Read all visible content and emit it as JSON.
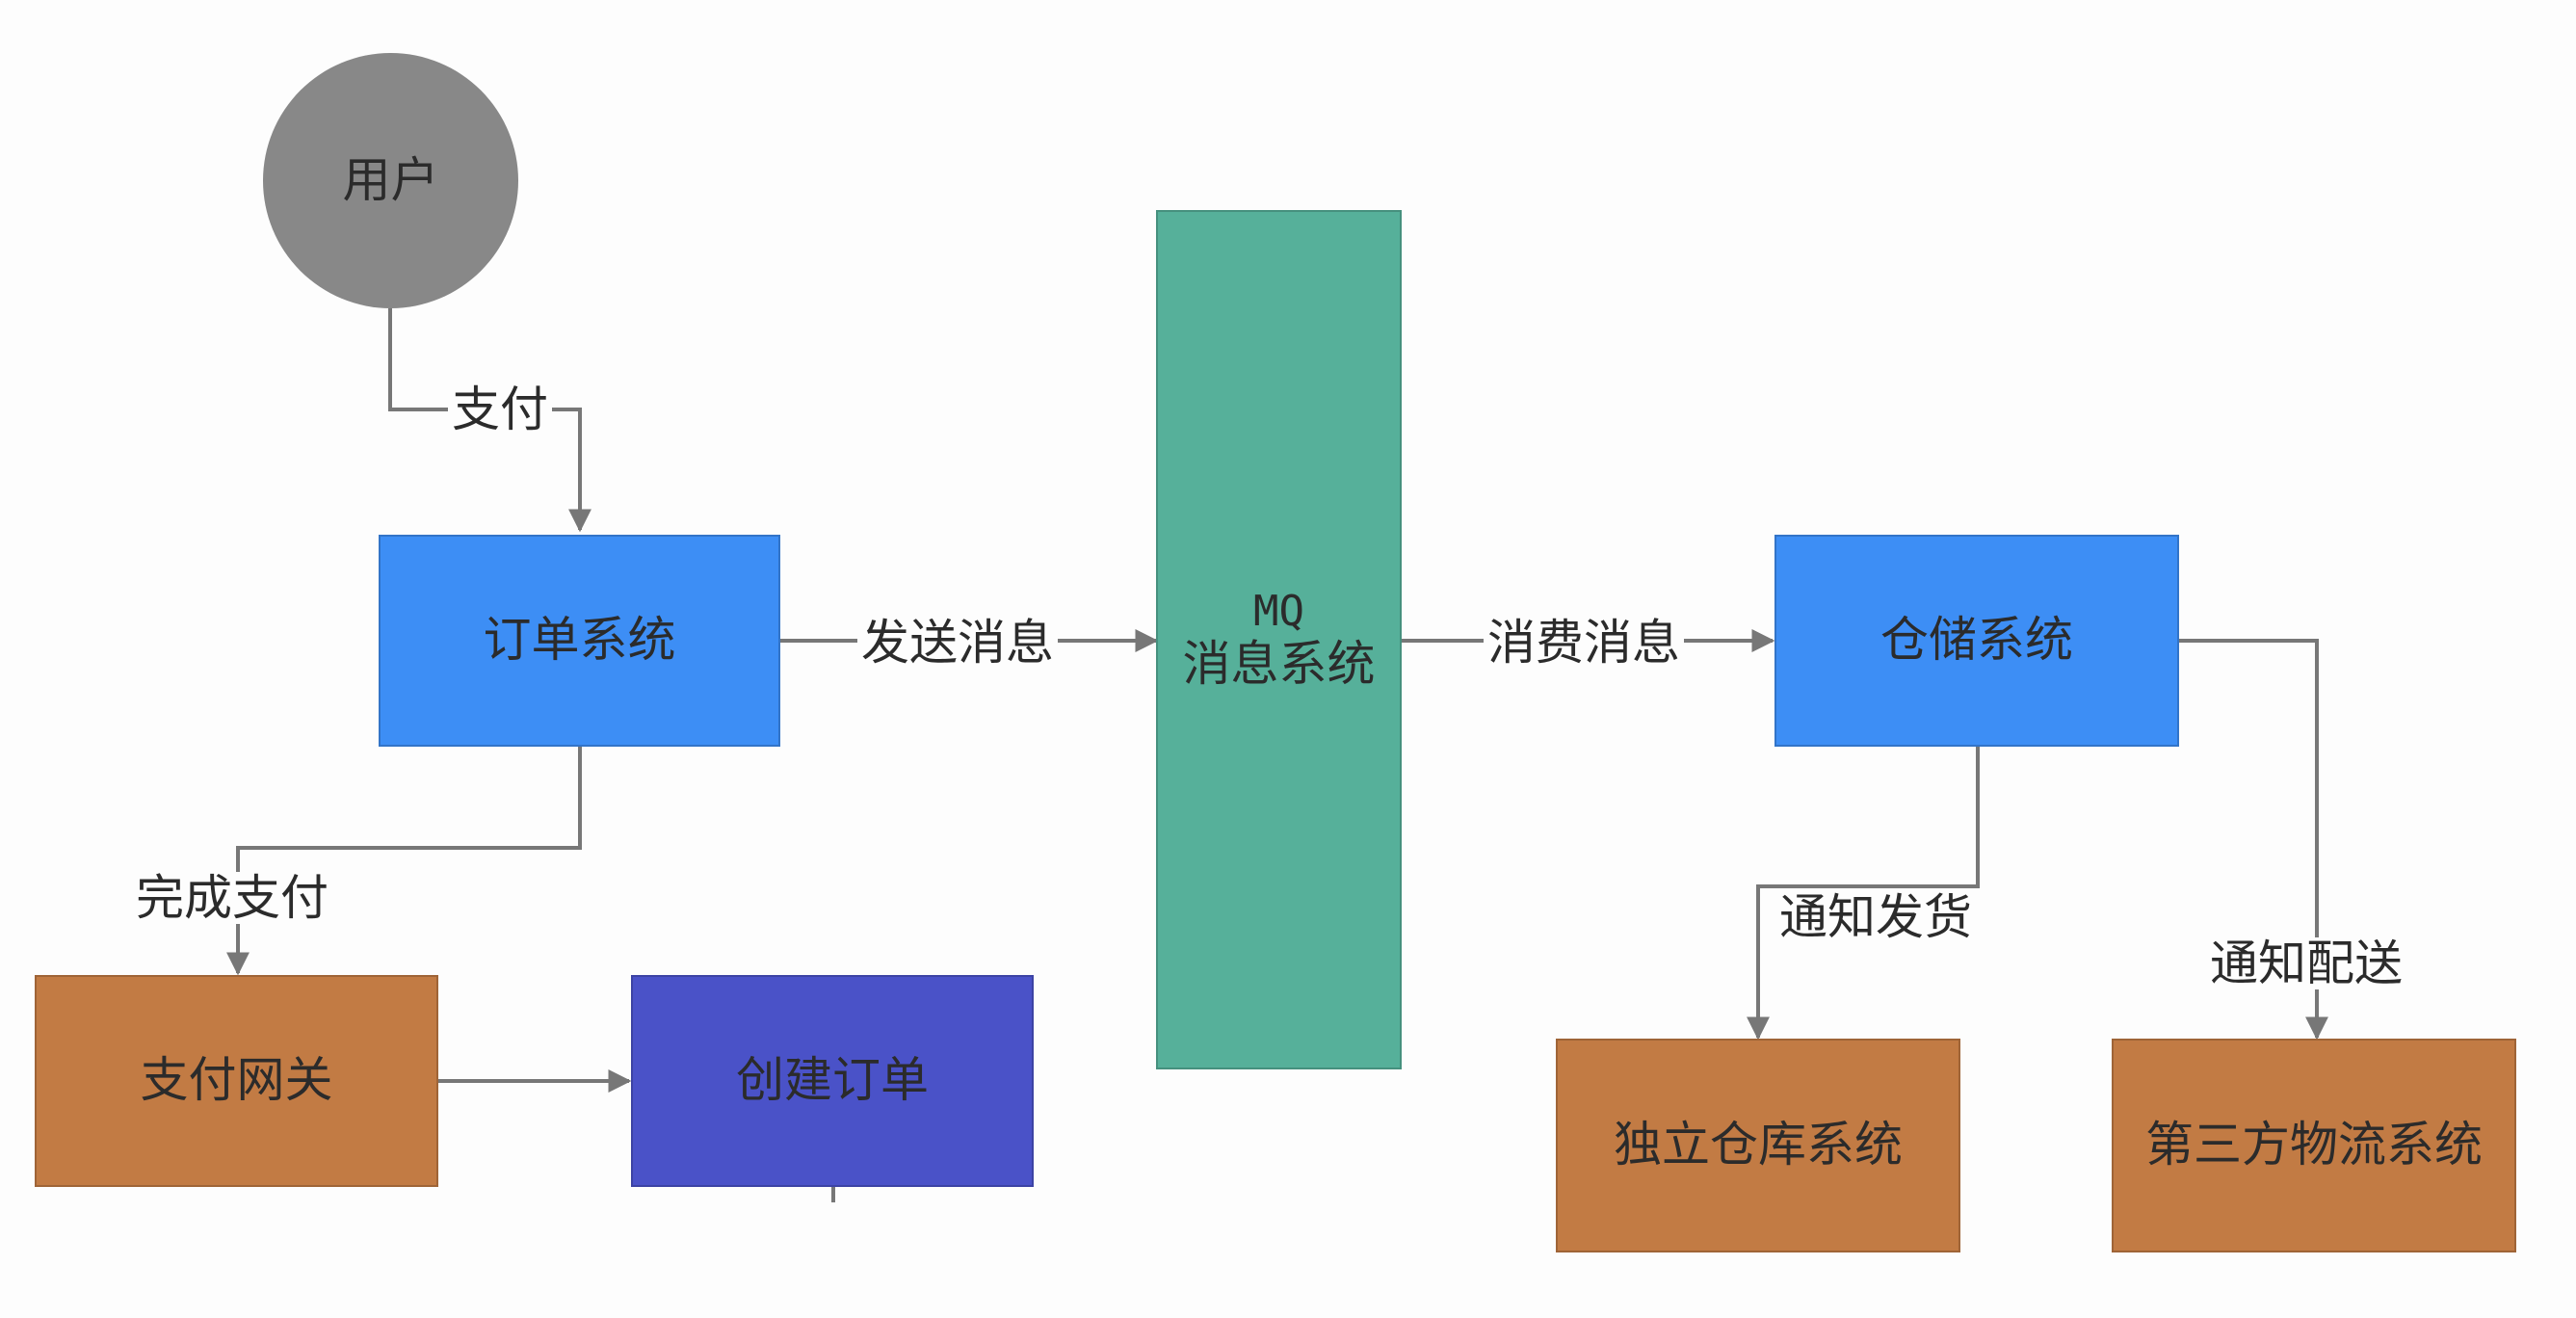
{
  "diagram": {
    "nodes": {
      "user": {
        "label": "用户",
        "color": "#888888"
      },
      "order_system": {
        "label": "订单系统",
        "color": "#3d8ef5"
      },
      "mq_system": {
        "label_line1": "MQ",
        "label_line2": "消息系统",
        "color": "#56b09a"
      },
      "warehouse_system": {
        "label": "仓储系统",
        "color": "#3d8ef5"
      },
      "payment_gateway": {
        "label": "支付网关",
        "color": "#c27b44"
      },
      "create_order": {
        "label": "创建订单",
        "color": "#4a52c8"
      },
      "independent_warehouse": {
        "label": "独立仓库系统",
        "color": "#c27b44"
      },
      "third_party_logistics": {
        "label": "第三方物流系统",
        "color": "#c27b44"
      }
    },
    "edges": {
      "pay": {
        "label": "支付"
      },
      "send_message": {
        "label": "发送消息"
      },
      "consume_message": {
        "label": "消费消息"
      },
      "complete_payment": {
        "label": "完成支付"
      },
      "gateway_to_create": {
        "label": ""
      },
      "notify_shipping": {
        "label": "通知发货"
      },
      "notify_delivery": {
        "label": "通知配送"
      }
    }
  }
}
